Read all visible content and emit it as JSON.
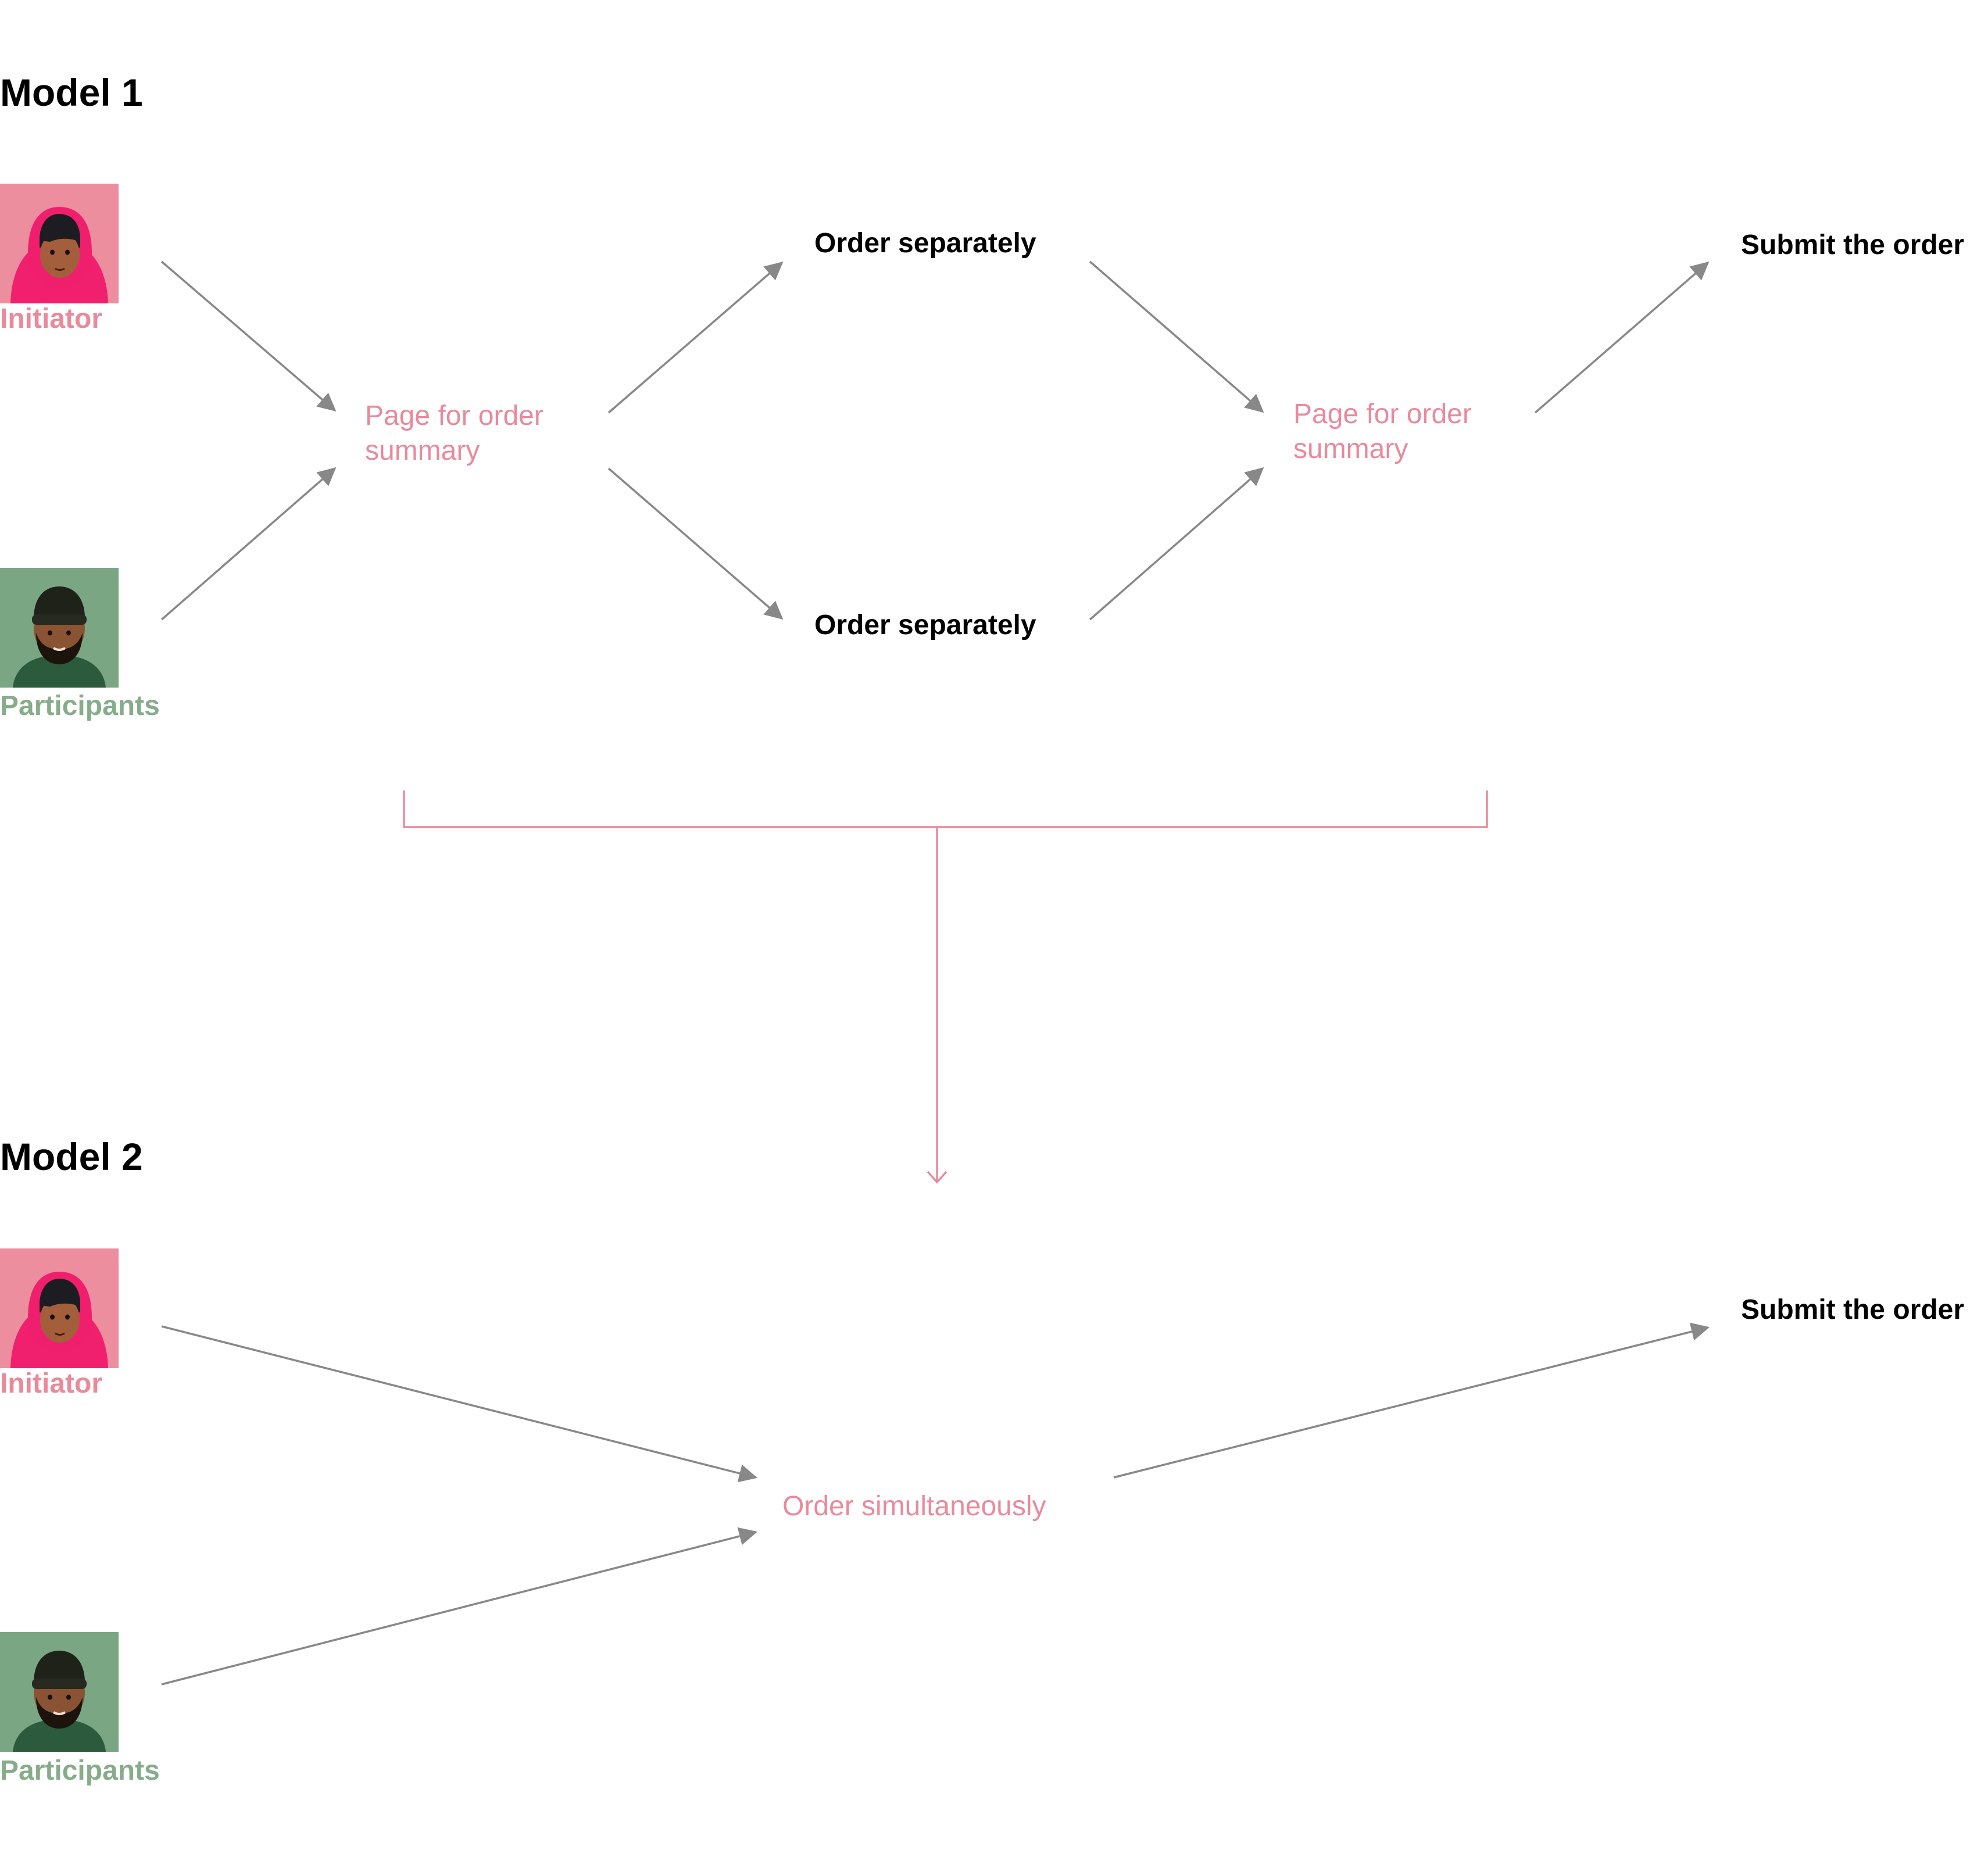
{
  "colors": {
    "pink": "#e88a9c",
    "green": "#86ac8a",
    "arrow": "#888888",
    "text": "#000000"
  },
  "model1": {
    "title": "Model 1",
    "initiator_label": "Initiator",
    "participants_label": "Participants",
    "summary_left": "Page for order summary",
    "order_top": "Order separately",
    "order_bottom": "Order separately",
    "summary_right": "Page for order summary",
    "submit": "Submit the order"
  },
  "model2": {
    "title": "Model 2",
    "initiator_label": "Initiator",
    "participants_label": "Participants",
    "order_center": "Order simultaneously",
    "submit": "Submit the order"
  },
  "icons": {
    "initiator_avatar": "woman-hijab-avatar-icon",
    "participant_avatar": "bearded-man-beanie-avatar-icon"
  }
}
